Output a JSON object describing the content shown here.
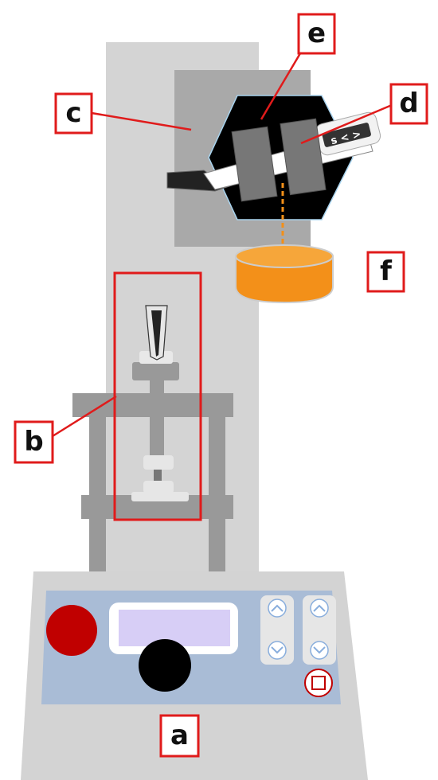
{
  "labels": {
    "a": "a",
    "b": "b",
    "c": "c",
    "d": "d",
    "e": "e",
    "f": "f"
  },
  "device": {
    "display_text": "s < >"
  },
  "colors": {
    "frame": "#d3d3d3",
    "panel": "#a9bcd6",
    "lcd": "#d7cef6",
    "red_button": "#c00000",
    "knob": "#000000",
    "arrow": "#89aedd",
    "label_box": "#e01b1b",
    "hexagon": "#000000",
    "cup": "#f39019",
    "column_grey": "#999999"
  },
  "icons": {
    "up_arrow": "chevron-up-icon",
    "down_arrow": "chevron-down-icon",
    "stop": "stop-square-icon"
  }
}
